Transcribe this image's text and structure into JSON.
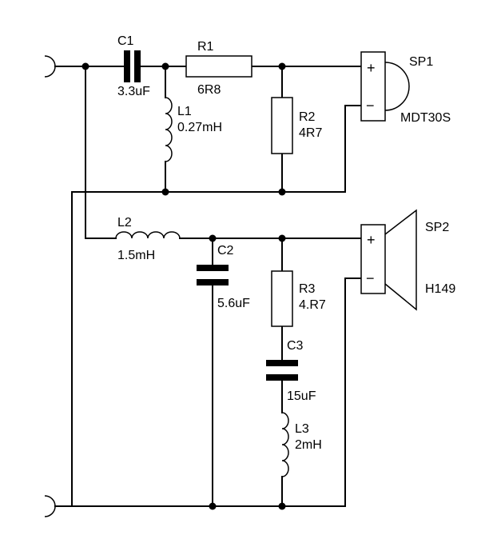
{
  "components": {
    "c1": {
      "ref": "C1",
      "value": "3.3uF"
    },
    "r1": {
      "ref": "R1",
      "value": "6R8"
    },
    "l1": {
      "ref": "L1",
      "value": "0.27mH"
    },
    "r2": {
      "ref": "R2",
      "value": "4R7"
    },
    "l2": {
      "ref": "L2",
      "value": "1.5mH"
    },
    "c2": {
      "ref": "C2",
      "value": "5.6uF"
    },
    "r3": {
      "ref": "R3",
      "value": "4.R7"
    },
    "c3": {
      "ref": "C3",
      "value": "15uF"
    },
    "l3": {
      "ref": "L3",
      "value": "2mH"
    }
  },
  "speakers": {
    "sp1": {
      "ref": "SP1",
      "model": "MDT30S",
      "plus": "+",
      "minus": "−"
    },
    "sp2": {
      "ref": "SP2",
      "model": "H149",
      "plus": "+",
      "minus": "−"
    }
  }
}
